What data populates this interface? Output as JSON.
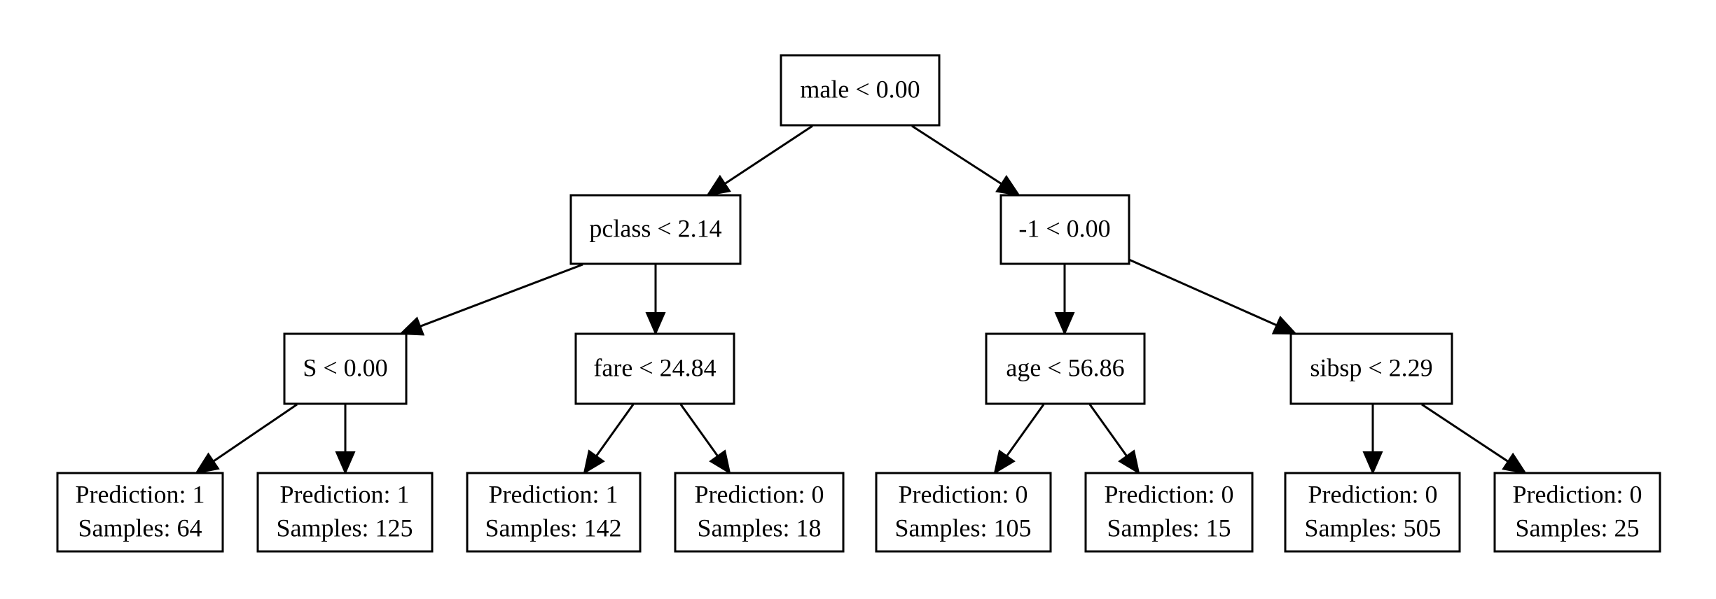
{
  "diagram": {
    "nodes": {
      "root": {
        "label": "male < 0.00"
      },
      "pclass": {
        "label": "pclass < 2.14"
      },
      "neg1": {
        "label": "-1 < 0.00"
      },
      "s": {
        "label": "S < 0.00"
      },
      "fare": {
        "label": "fare < 24.84"
      },
      "age": {
        "label": "age < 56.86"
      },
      "sibsp": {
        "label": "sibsp < 2.29"
      },
      "leaf1": {
        "prediction": "Prediction: 1",
        "samples": "Samples: 64"
      },
      "leaf2": {
        "prediction": "Prediction: 1",
        "samples": "Samples: 125"
      },
      "leaf3": {
        "prediction": "Prediction: 1",
        "samples": "Samples: 142"
      },
      "leaf4": {
        "prediction": "Prediction: 0",
        "samples": "Samples: 18"
      },
      "leaf5": {
        "prediction": "Prediction: 0",
        "samples": "Samples: 105"
      },
      "leaf6": {
        "prediction": "Prediction: 0",
        "samples": "Samples: 15"
      },
      "leaf7": {
        "prediction": "Prediction: 0",
        "samples": "Samples: 505"
      },
      "leaf8": {
        "prediction": "Prediction: 0",
        "samples": "Samples: 25"
      }
    },
    "edges": [
      {
        "from": "root",
        "to": "pclass"
      },
      {
        "from": "root",
        "to": "neg1"
      },
      {
        "from": "pclass",
        "to": "s"
      },
      {
        "from": "pclass",
        "to": "fare"
      },
      {
        "from": "neg1",
        "to": "age"
      },
      {
        "from": "neg1",
        "to": "sibsp"
      },
      {
        "from": "s",
        "to": "leaf1"
      },
      {
        "from": "s",
        "to": "leaf2"
      },
      {
        "from": "fare",
        "to": "leaf3"
      },
      {
        "from": "fare",
        "to": "leaf4"
      },
      {
        "from": "age",
        "to": "leaf5"
      },
      {
        "from": "age",
        "to": "leaf6"
      },
      {
        "from": "sibsp",
        "to": "leaf7"
      },
      {
        "from": "sibsp",
        "to": "leaf8"
      }
    ]
  }
}
